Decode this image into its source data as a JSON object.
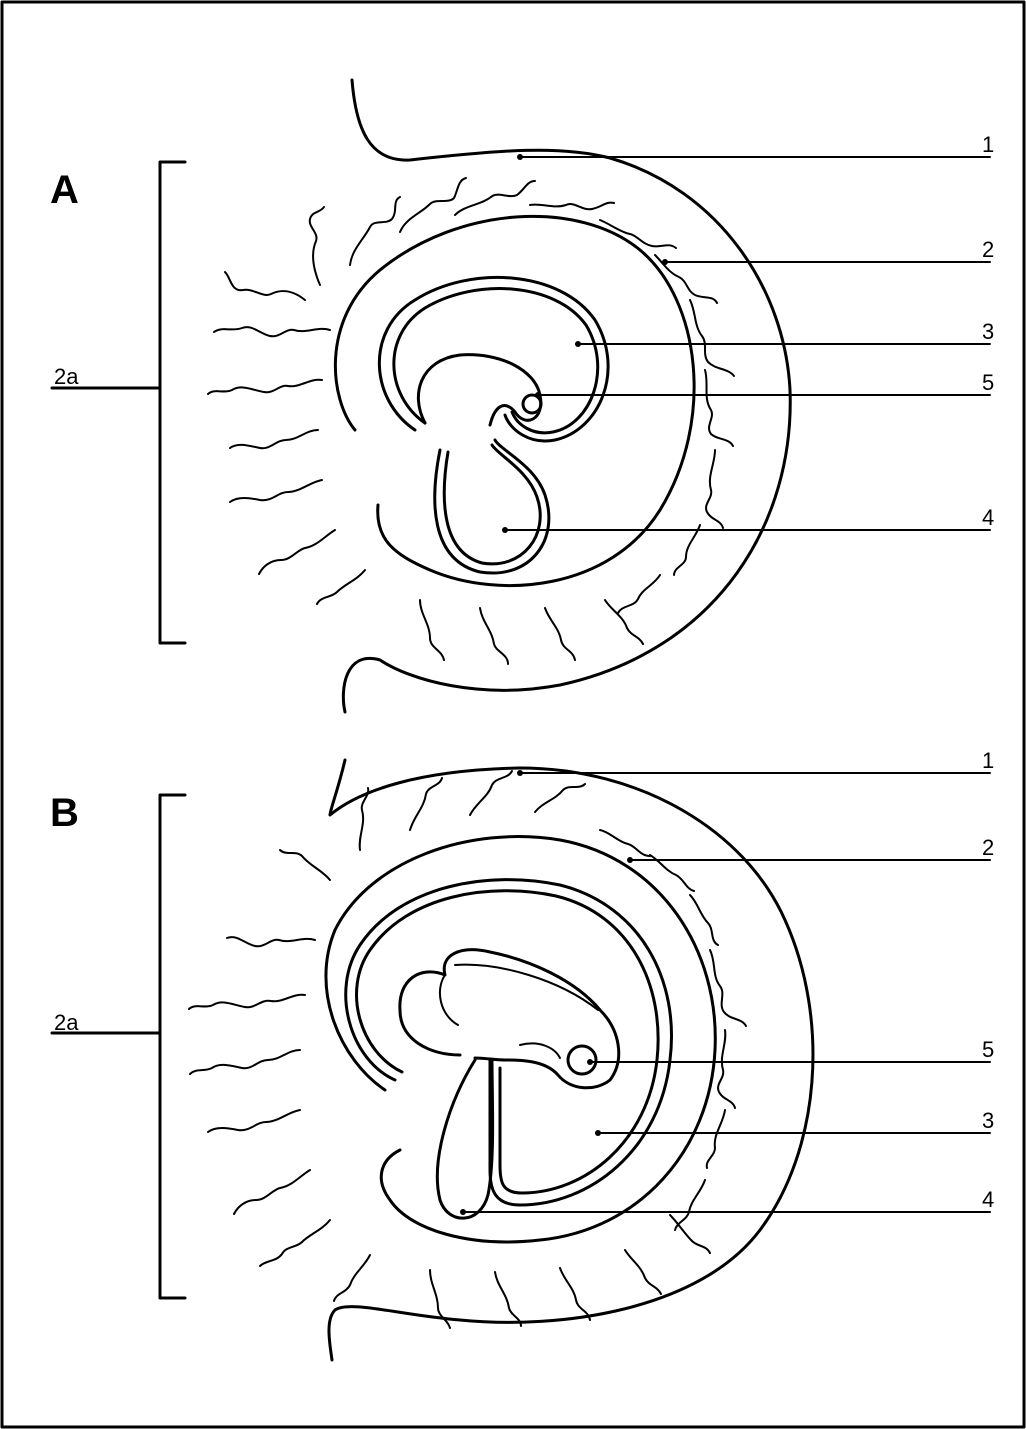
{
  "figure": {
    "panels": [
      {
        "letter": "A",
        "bracket_label": "2a",
        "labels": [
          "1",
          "2",
          "3",
          "5",
          "4"
        ]
      },
      {
        "letter": "B",
        "bracket_label": "2a",
        "labels": [
          "1",
          "2",
          "5",
          "3",
          "4"
        ]
      }
    ]
  }
}
